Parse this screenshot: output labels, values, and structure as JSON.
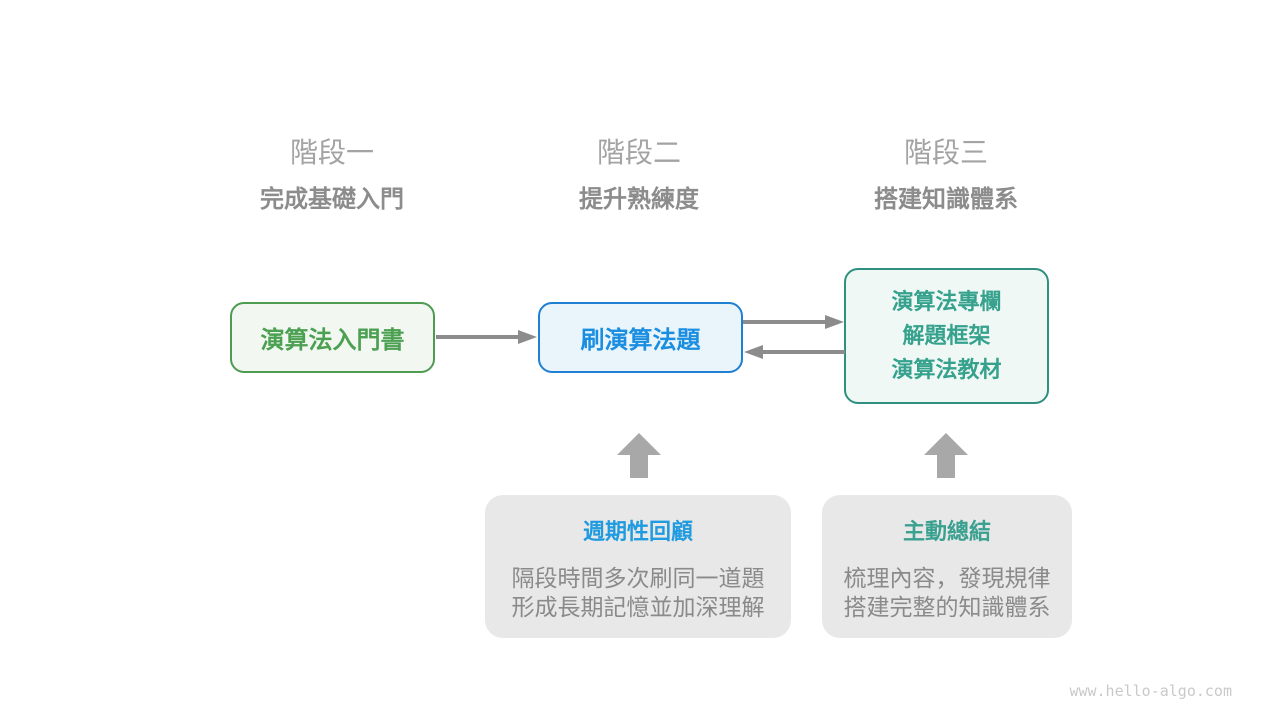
{
  "diagram": {
    "stages": [
      {
        "label": "階段一",
        "subtitle": "完成基礎入門"
      },
      {
        "label": "階段二",
        "subtitle": "提升熟練度"
      },
      {
        "label": "階段三",
        "subtitle": "搭建知識體系"
      }
    ],
    "nodes": {
      "intro_book": {
        "label": "演算法入門書"
      },
      "practice": {
        "label": "刷演算法題"
      },
      "advanced": {
        "lines": [
          "演算法專欄",
          "解題框架",
          "演算法教材"
        ]
      }
    },
    "callouts": {
      "periodic_review": {
        "title": "週期性回顧",
        "lines": [
          "隔段時間多次刷同一道題",
          "形成長期記憶並加深理解"
        ]
      },
      "active_summary": {
        "title": "主動總結",
        "lines": [
          "梳理內容，發現規律",
          "搭建完整的知識體系"
        ]
      }
    },
    "watermark": "www.hello-algo.com",
    "colors": {
      "green_accent": "#4CA052",
      "blue_accent": "#1E8FDB",
      "teal_accent": "#36A28E",
      "arrow_gray": "#8C8C8C",
      "block_arrow_gray": "#A8A8A8",
      "callout_bg": "#E8E8E8",
      "header_gray": "#A3A3A3"
    }
  }
}
